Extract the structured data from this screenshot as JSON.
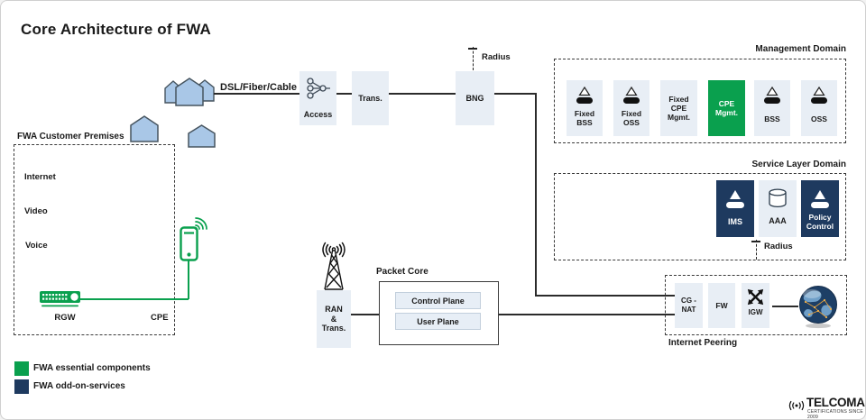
{
  "title": "Core Architecture of FWA",
  "access_chain": {
    "dsl_label": "DSL/Fiber/Cable",
    "access_label": "Access",
    "trans_label": "Trans.",
    "bng_label": "BNG",
    "radius_label": "Radius"
  },
  "management_domain": {
    "title": "Management Domain",
    "boxes": [
      {
        "label": "Fixed\nBSS"
      },
      {
        "label": "Fixed\nOSS"
      },
      {
        "label": "Fixed\nCPE\nMgmt."
      },
      {
        "label": "CPE\nMgmt."
      },
      {
        "label": "BSS"
      },
      {
        "label": "OSS"
      }
    ]
  },
  "service_domain": {
    "title": "Service Layer Domain",
    "radius_label": "Radius",
    "boxes": [
      {
        "label": "IMS"
      },
      {
        "label": "AAA"
      },
      {
        "label": "Policy\nControl"
      }
    ]
  },
  "customer_premises": {
    "title": "FWA Customer Premises",
    "services": [
      "Internet",
      "Video",
      "Voice"
    ],
    "rgw_label": "RGW",
    "cpe_label": "CPE"
  },
  "ran": {
    "label": "RAN\n&\nTrans."
  },
  "packet_core": {
    "title": "Packet Core",
    "control_plane": "Control Plane",
    "user_plane": "User Plane"
  },
  "internet_peering": {
    "title": "Internet Peering",
    "cgnat_label": "CG -\nNAT",
    "fw_label": "FW",
    "igw_label": "IGW"
  },
  "legend": {
    "items": [
      {
        "color": "#0aa04e",
        "label": "FWA essential components"
      },
      {
        "color": "#1e3a5f",
        "label": "FWA odd-on-services"
      }
    ]
  },
  "logo": {
    "name": "TELCOMA",
    "tagline": "CERTIFICATIONS SINCE 2009"
  },
  "colors": {
    "green": "#0aa04e",
    "navy": "#1e3a5f",
    "light_box": "#e8eef5"
  }
}
